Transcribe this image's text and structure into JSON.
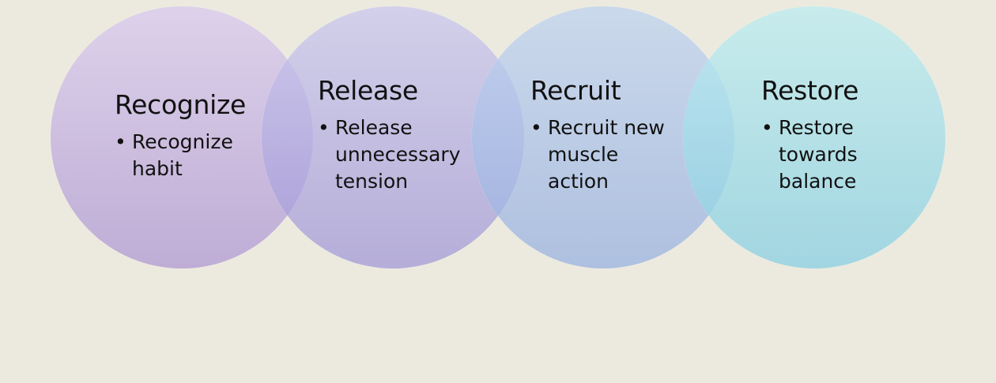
{
  "diagram": {
    "type": "overlapping-circles",
    "background_color": "#eceadf",
    "steps": [
      {
        "title": "Recognize",
        "bullet": "Recognize\nhabit",
        "color": "#cbbce3"
      },
      {
        "title": "Release",
        "bullet": "Release\nunnecessary\ntension",
        "color": "#b8b4e6"
      },
      {
        "title": "Recruit",
        "bullet": "Recruit new\nmuscle\naction",
        "color": "#b4c6ea"
      },
      {
        "title": "Restore",
        "bullet": "Restore\ntowards\nbalance",
        "color": "#a8e0ea"
      }
    ],
    "bullet_symbol": "•"
  }
}
